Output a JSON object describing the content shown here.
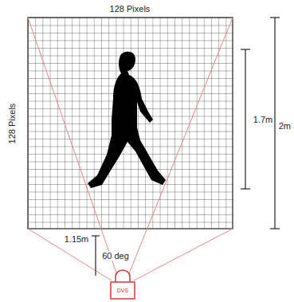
{
  "diagram": {
    "nodes": [
      {
        "text": [
          "DVS"
        ]
      }
    ],
    "labels": [
      "128 Pixels",
      "128 Pixels",
      "1.7m",
      "2m",
      "1.15m",
      "60 deg"
    ]
  }
}
